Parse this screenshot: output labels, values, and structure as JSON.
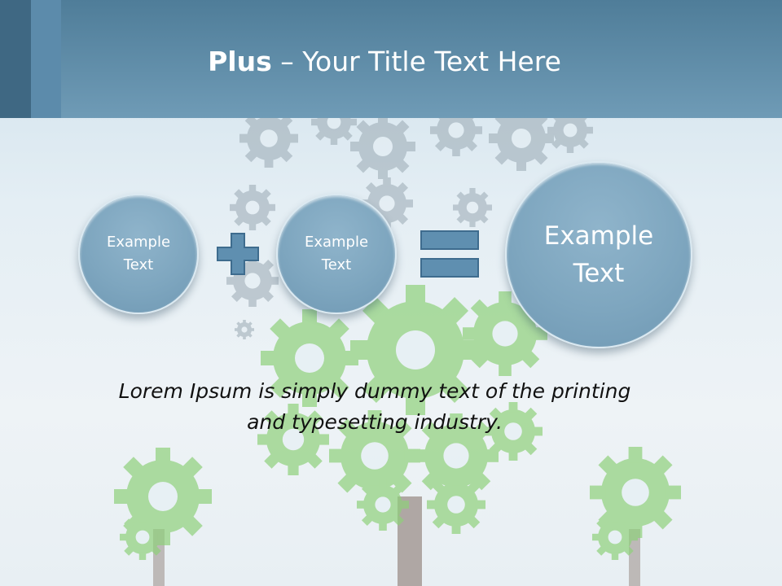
{
  "title": {
    "bold": "Plus",
    "rest": " – Your Title Text Here"
  },
  "circles": [
    {
      "line1": "Example",
      "line2": "Text"
    },
    {
      "line1": "Example",
      "line2": "Text"
    },
    {
      "line1": "Example",
      "line2": "Text"
    }
  ],
  "operators": {
    "plus": "plus-sign",
    "equals": "equals-sign"
  },
  "caption": {
    "line1": "Lorem Ipsum is simply dummy text of the printing",
    "line2": "and typesetting industry."
  },
  "colors": {
    "header": "#5f8eab",
    "circle": "#7ea6bf",
    "operator": "#5f8fb0",
    "gears_green": "#8fd07a",
    "gears_gray": "#9aa9b3"
  }
}
